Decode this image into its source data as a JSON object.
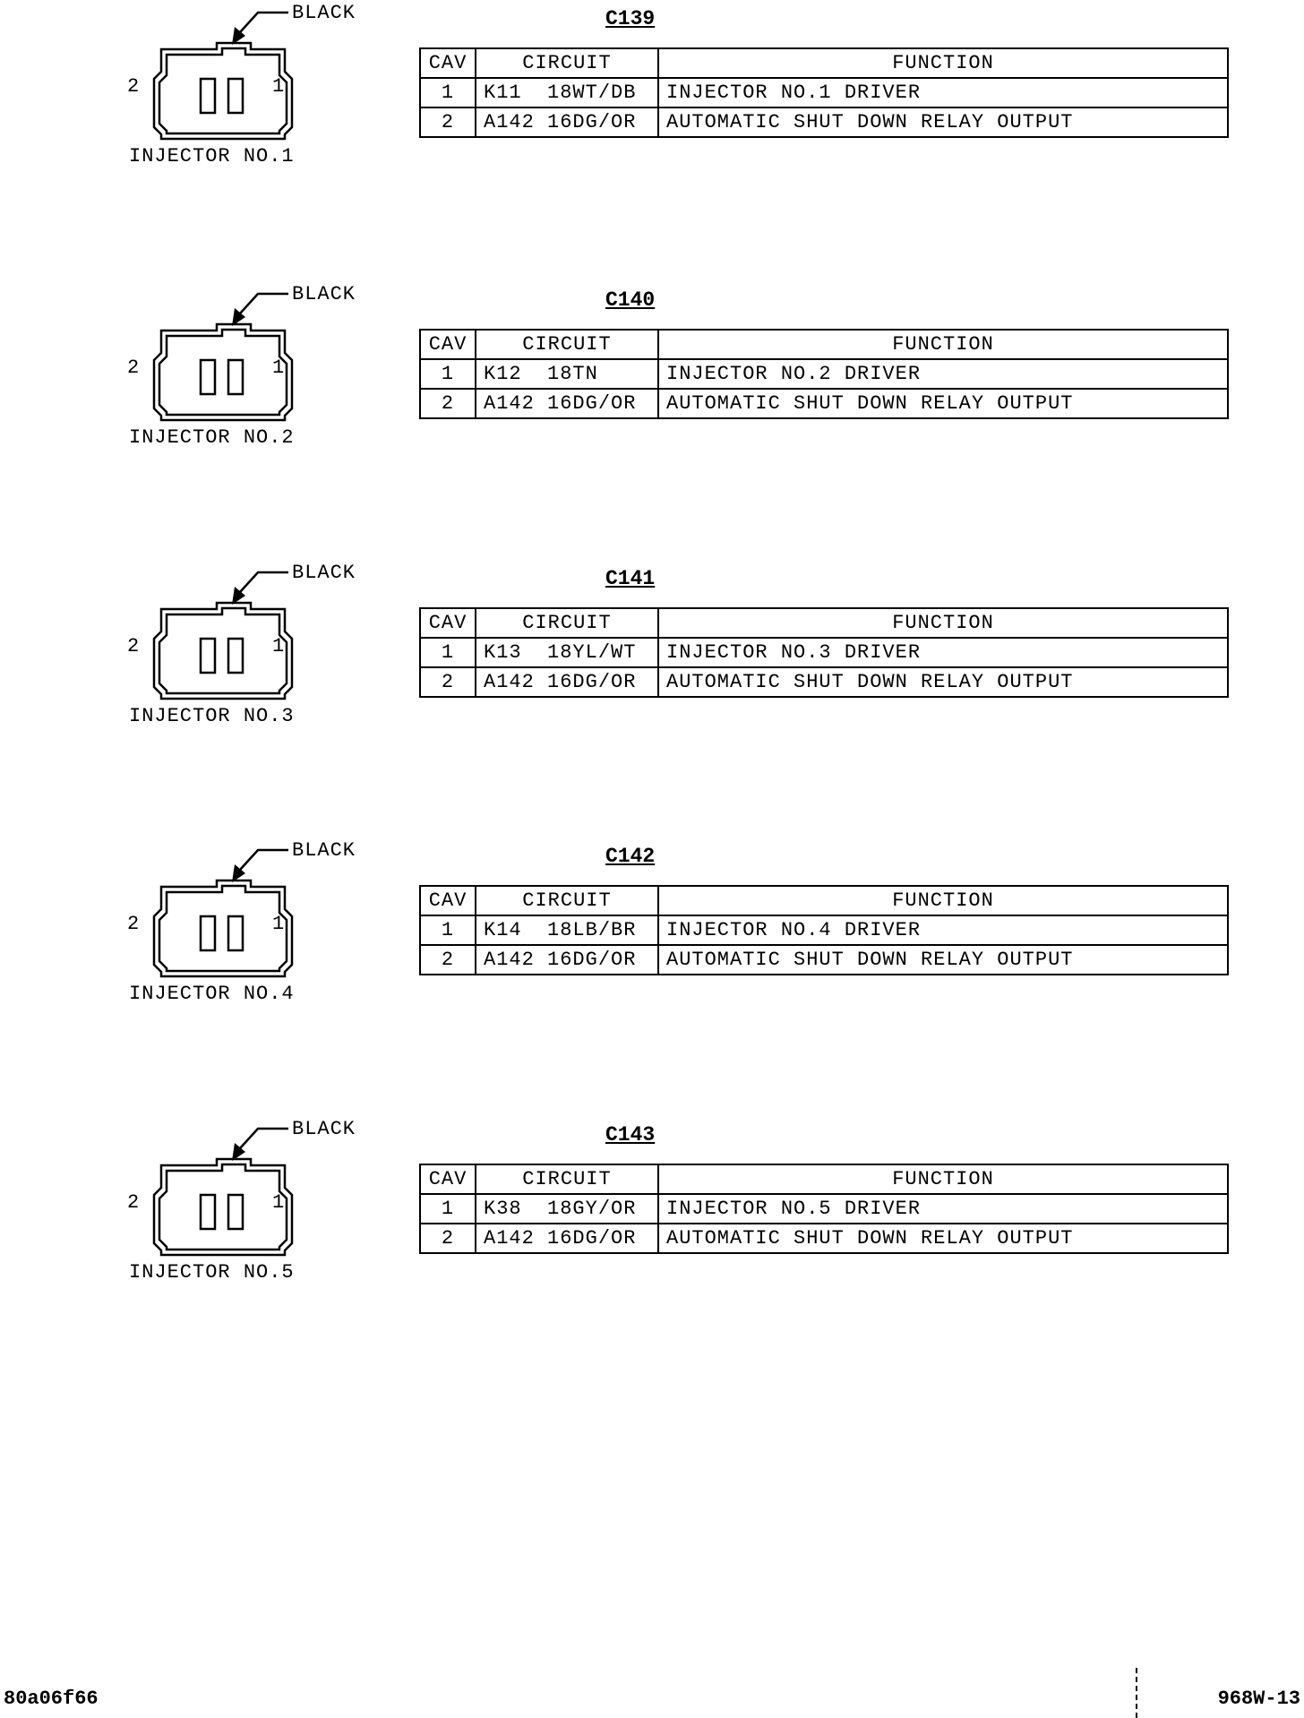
{
  "headers": {
    "cav": "CAV",
    "circuit": "CIRCUIT",
    "function": "FUNCTION"
  },
  "connectors": [
    {
      "id": "C139",
      "color": "BLACK",
      "name": "INJECTOR NO.1",
      "pin_left": "2",
      "pin_right": "1",
      "rows": [
        {
          "cav": "1",
          "circuit": "K11  18WT/DB",
          "function": "INJECTOR NO.1 DRIVER"
        },
        {
          "cav": "2",
          "circuit": "A142 16DG/OR",
          "function": "AUTOMATIC SHUT DOWN RELAY OUTPUT"
        }
      ]
    },
    {
      "id": "C140",
      "color": "BLACK",
      "name": "INJECTOR NO.2",
      "pin_left": "2",
      "pin_right": "1",
      "rows": [
        {
          "cav": "1",
          "circuit": "K12  18TN",
          "function": "INJECTOR NO.2 DRIVER"
        },
        {
          "cav": "2",
          "circuit": "A142 16DG/OR",
          "function": "AUTOMATIC SHUT DOWN RELAY OUTPUT"
        }
      ]
    },
    {
      "id": "C141",
      "color": "BLACK",
      "name": "INJECTOR NO.3",
      "pin_left": "2",
      "pin_right": "1",
      "rows": [
        {
          "cav": "1",
          "circuit": "K13  18YL/WT",
          "function": "INJECTOR NO.3 DRIVER"
        },
        {
          "cav": "2",
          "circuit": "A142 16DG/OR",
          "function": "AUTOMATIC SHUT DOWN RELAY OUTPUT"
        }
      ]
    },
    {
      "id": "C142",
      "color": "BLACK",
      "name": "INJECTOR NO.4",
      "pin_left": "2",
      "pin_right": "1",
      "rows": [
        {
          "cav": "1",
          "circuit": "K14  18LB/BR",
          "function": "INJECTOR NO.4 DRIVER"
        },
        {
          "cav": "2",
          "circuit": "A142 16DG/OR",
          "function": "AUTOMATIC SHUT DOWN RELAY OUTPUT"
        }
      ]
    },
    {
      "id": "C143",
      "color": "BLACK",
      "name": "INJECTOR NO.5",
      "pin_left": "2",
      "pin_right": "1",
      "rows": [
        {
          "cav": "1",
          "circuit": "K38  18GY/OR",
          "function": "INJECTOR NO.5 DRIVER"
        },
        {
          "cav": "2",
          "circuit": "A142 16DG/OR",
          "function": "AUTOMATIC SHUT DOWN RELAY OUTPUT"
        }
      ]
    }
  ],
  "footer": {
    "left_code": "80a06f66",
    "right_code": "968W-13"
  }
}
